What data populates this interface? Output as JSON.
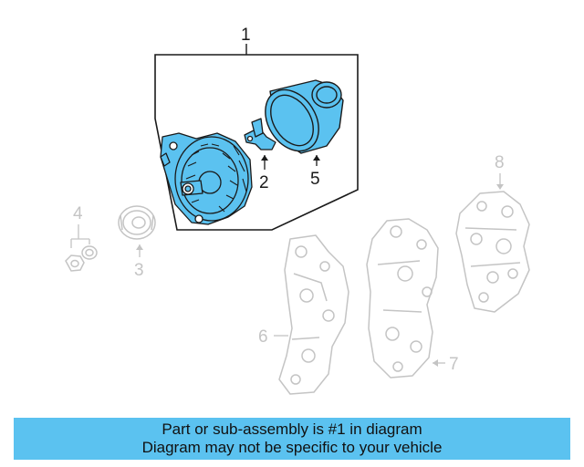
{
  "diagram": {
    "callouts": {
      "c1": "1",
      "c2": "2",
      "c3": "3",
      "c4": "4",
      "c5": "5",
      "c6": "6",
      "c7": "7",
      "c8": "8"
    },
    "colors": {
      "highlight": "#5bc2f0",
      "outline": "#1a1a1a",
      "ghost": "#c4c4c4"
    },
    "parts": {
      "highlighted": [
        "alternator",
        "bracket",
        "cover"
      ],
      "ghosted": [
        "pulley",
        "nut",
        "washer",
        "mounting-bracket-6",
        "mounting-bracket-7",
        "mounting-bracket-8"
      ]
    }
  },
  "banner": {
    "line1": "Part or sub-assembly is #1 in diagram",
    "line2": "Diagram may not be specific to your vehicle",
    "background": "#5bc2f0"
  }
}
